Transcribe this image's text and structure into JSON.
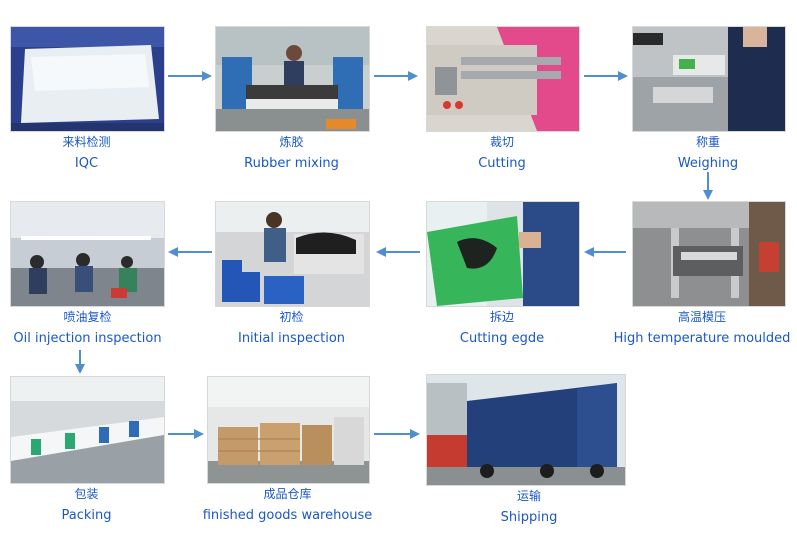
{
  "steps": [
    {
      "zh": "来料检测",
      "en": "IQC",
      "icon": "raw-rubber-block-photo"
    },
    {
      "zh": "炼胶",
      "en": "Rubber mixing",
      "icon": "rubber-mixing-mill-photo"
    },
    {
      "zh": "裁切",
      "en": "Cutting",
      "icon": "cutting-machine-photo"
    },
    {
      "zh": "称重",
      "en": "Weighing",
      "icon": "weighing-scale-photo"
    },
    {
      "zh": "高温模压",
      "en": "High temperature moulded",
      "icon": "hot-press-moulding-photo"
    },
    {
      "zh": "拆边",
      "en": "Cutting egde",
      "icon": "edge-trimming-photo"
    },
    {
      "zh": "初检",
      "en": "Initial inspection",
      "icon": "initial-inspection-photo"
    },
    {
      "zh": "喷油复检",
      "en": "Oil injection inspection",
      "icon": "oil-injection-inspection-photo"
    },
    {
      "zh": "包装",
      "en": "Packing",
      "icon": "packing-line-photo"
    },
    {
      "zh": "成品仓库",
      "en": "finished goods warehouse",
      "icon": "warehouse-photo"
    },
    {
      "zh": "运输",
      "en": "Shipping",
      "icon": "shipping-container-truck-photo"
    }
  ],
  "colors": {
    "caption": "#1a57c9",
    "arrow": "#4f8fd0"
  }
}
